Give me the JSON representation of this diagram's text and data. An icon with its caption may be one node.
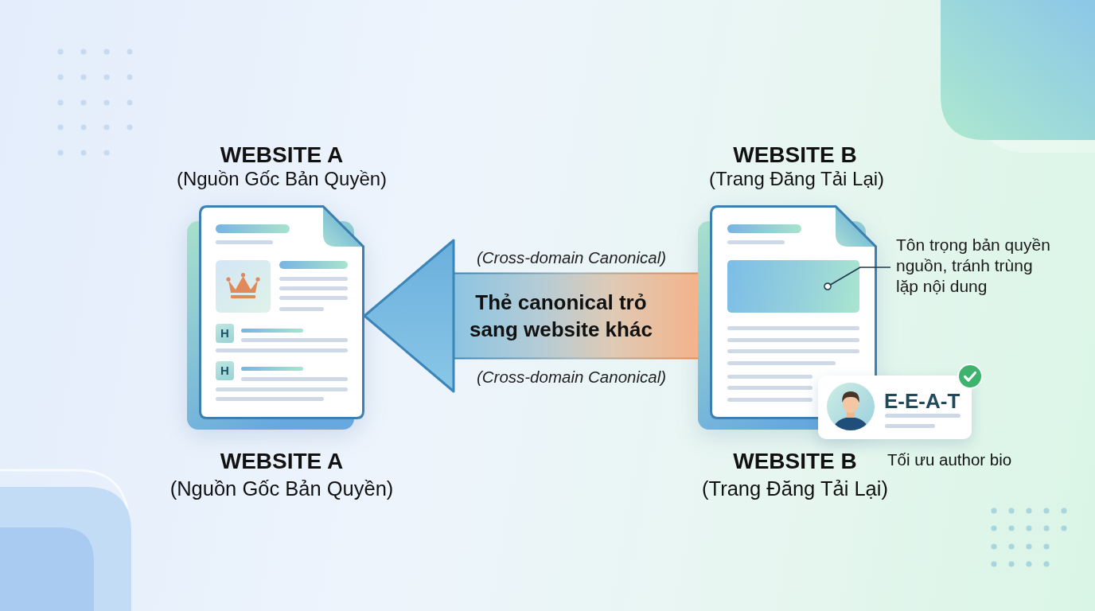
{
  "diagram": {
    "nodes": [
      {
        "text": [
          "WEBSITE A",
          "(Nguồn Gốc Bản Quyền)"
        ],
        "beside": [
          "WEBSITE A",
          "(Nguồn Gốc Bản Quyền)"
        ]
      },
      {
        "text": [
          "WEBSITE B",
          "(Trang Đăng Tải Lại)"
        ],
        "beside": [
          "WEBSITE B",
          "(Trang Đăng Tải Lại)"
        ]
      },
      {
        "text": [
          "Tôn trọng bản quyền nguồn, tránh trùng lặp nội dung"
        ]
      },
      {
        "text": [],
        "shape": "box",
        "in": 1
      },
      {
        "text": [
          "E-E-A-T"
        ],
        "beside": [
          "Tối ưu author bio"
        ]
      }
    ],
    "edges": [
      {
        "from": 1,
        "to": 0,
        "arrow": "to",
        "label": "Thẻ canonical trỏ sang website khác",
        "style": "thick"
      },
      {
        "from": 2,
        "to": 3,
        "arrow": "other"
      }
    ],
    "labels": [
      "(Cross-domain Canonical)",
      "H",
      "H",
      "(Cross-domain Canonical)"
    ]
  }
}
